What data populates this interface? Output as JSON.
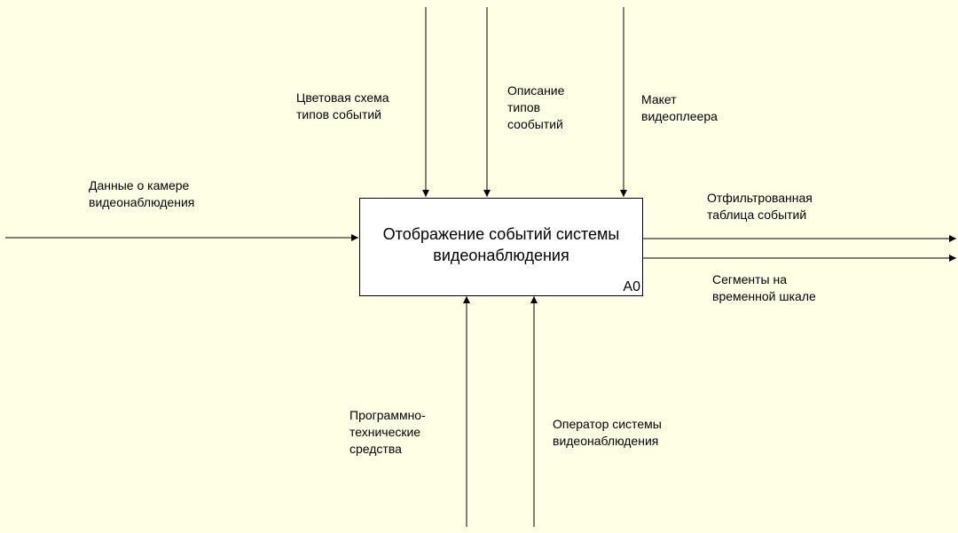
{
  "function_box": {
    "title_lines": [
      "Отображение событий системы",
      "видеонаблюдения"
    ],
    "number": "A0"
  },
  "inputs": [
    {
      "label_lines": [
        "Данные о камере",
        "видеонаблюдения"
      ]
    }
  ],
  "controls": [
    {
      "label_lines": [
        "Цветовая схема",
        "типов событий"
      ]
    },
    {
      "label_lines": [
        "Описание",
        "типов",
        "сообытий"
      ]
    },
    {
      "label_lines": [
        "Макет",
        "видеоплеера"
      ]
    }
  ],
  "outputs": [
    {
      "label_lines": [
        "Отфильтрованная",
        "таблица событий"
      ]
    },
    {
      "label_lines": [
        "Сегменты на",
        "временной шкале"
      ]
    }
  ],
  "mechanisms": [
    {
      "label_lines": [
        "Программно-",
        "технические",
        "средства"
      ]
    },
    {
      "label_lines": [
        "Оператор системы",
        "видеонаблюдения"
      ]
    }
  ],
  "colors": {
    "background": "#ffffe6",
    "box_fill": "#ffffff",
    "line": "#000000"
  }
}
